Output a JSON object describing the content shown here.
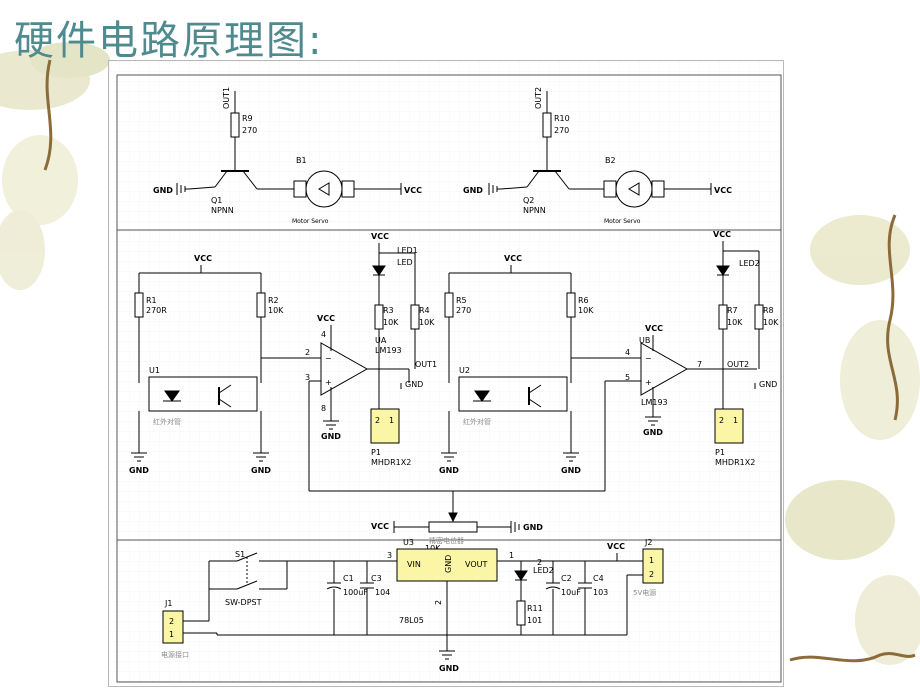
{
  "title": "硬件电路原理图:",
  "schematic": {
    "top": {
      "out1": "OUT1",
      "out2": "OUT2",
      "r9": "R9",
      "r9_val": "270",
      "r10": "R10",
      "r10_val": "270",
      "q1": "Q1",
      "q2": "Q2",
      "npn": "NPNN",
      "b1": "B1",
      "b2": "B2",
      "motor": "Motor Servo",
      "gnd": "GND",
      "vcc": "VCC"
    },
    "middle": {
      "vcc": "VCC",
      "gnd": "GND",
      "r1": "R1",
      "r1_val": "270R",
      "r2": "R2",
      "r2_val": "10K",
      "r3": "R3",
      "r3_val": "10K",
      "r4": "R4",
      "r4_val": "10K",
      "r5": "R5",
      "r5_val": "270",
      "r6": "R6",
      "r6_val": "10K",
      "r7": "R7",
      "r7_val": "10K",
      "r8": "R8",
      "r8_val": "10K",
      "u1": "U1",
      "u2": "U2",
      "sensor": "红外对管",
      "ua": "UA",
      "ub": "UB",
      "lm": "LM193",
      "led1": "LED1",
      "led2": "LED2",
      "led": "LED",
      "out1": "OUT1",
      "out2": "OUT2",
      "p1": "P1",
      "header": "MHDR1X2",
      "pin2": "2",
      "pin3": "3",
      "pin4": "4",
      "pin5": "5",
      "pin7": "7",
      "pin8": "8",
      "pot_label": "精密电位器",
      "pot_val": "10K"
    },
    "bottom": {
      "s1": "S1",
      "switch": "SW-DPST",
      "j1": "J1",
      "j1_label": "电源接口",
      "c1": "C1",
      "c1_val": "100uF",
      "c3": "C3",
      "c3_val": "104",
      "u3": "U3",
      "vin": "VIN",
      "vout": "VOUT",
      "gnd": "GND",
      "reg": "78L05",
      "led2": "LED2",
      "r11": "R11",
      "r11_val": "101",
      "c2": "C2",
      "c2_val": "10uF",
      "c4": "C4",
      "c4_val": "103",
      "j2": "J2",
      "j2_label": "5V电源",
      "vcc": "VCC",
      "pin1": "1",
      "pin2": "2",
      "pin3": "3"
    }
  }
}
